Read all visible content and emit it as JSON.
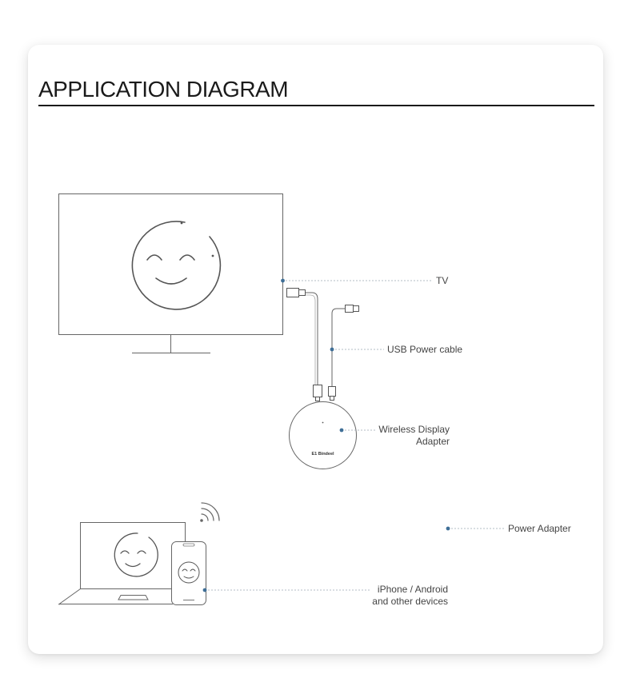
{
  "title": "APPLICATION DIAGRAM",
  "labels": {
    "tv": "TV",
    "usb_power_cable": "USB Power cable",
    "adapter_line1": "Wireless Display",
    "adapter_line2": "Adapter",
    "power_adapter": "Power Adapter",
    "devices_line1": "iPhone / Android",
    "devices_line2": "and other devices"
  },
  "dongle_brand": "E1 Bindeel",
  "colors": {
    "line": "#555555",
    "dot": "#3f6f97",
    "leader": "#9aa7b3",
    "title_rule": "#1a1a1a"
  },
  "icons": [
    "tv-icon",
    "smiley-icon",
    "hdmi-plug-icon",
    "usb-plug-icon",
    "dongle-icon",
    "wifi-icon",
    "laptop-icon",
    "phone-icon"
  ]
}
